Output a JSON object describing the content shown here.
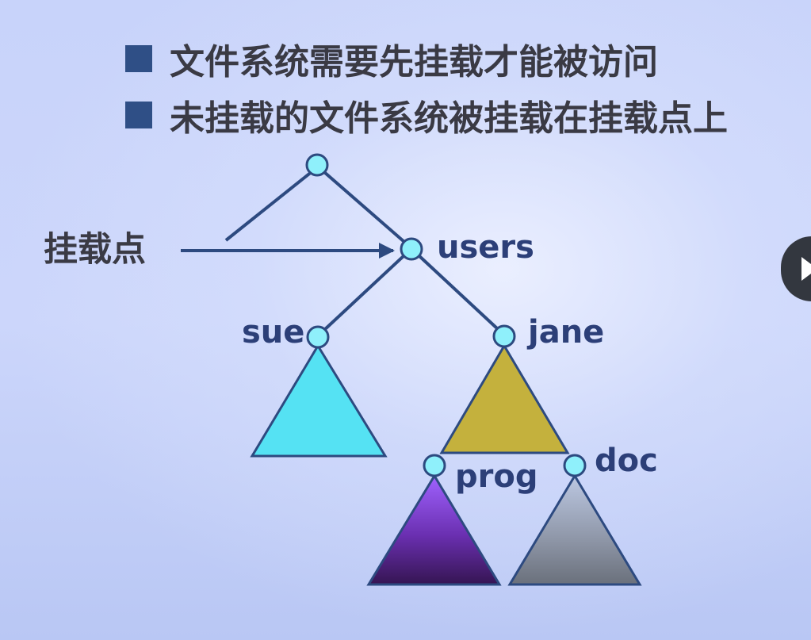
{
  "bullets": [
    {
      "text": "文件系统需要先挂载才能被访问"
    },
    {
      "text": "未挂载的文件系统被挂载在挂载点上"
    }
  ],
  "diagram": {
    "mount_point_label": "挂载点",
    "nodes": {
      "users": "users",
      "sue": "sue",
      "jane": "jane",
      "prog": "prog",
      "doc": "doc"
    }
  },
  "colors": {
    "line": "#2d4a80",
    "node_fill": "#8ff0fb",
    "sue_subtree": "#52e4f4",
    "jane_subtree": "#c6b33c",
    "prog_subtree_top": "#9a5bff",
    "prog_subtree_bottom": "#3d1a5a",
    "doc_subtree_top": "#b6c2dc",
    "doc_subtree_bottom": "#6f7682"
  },
  "icons": {
    "side_button": "play-icon"
  }
}
